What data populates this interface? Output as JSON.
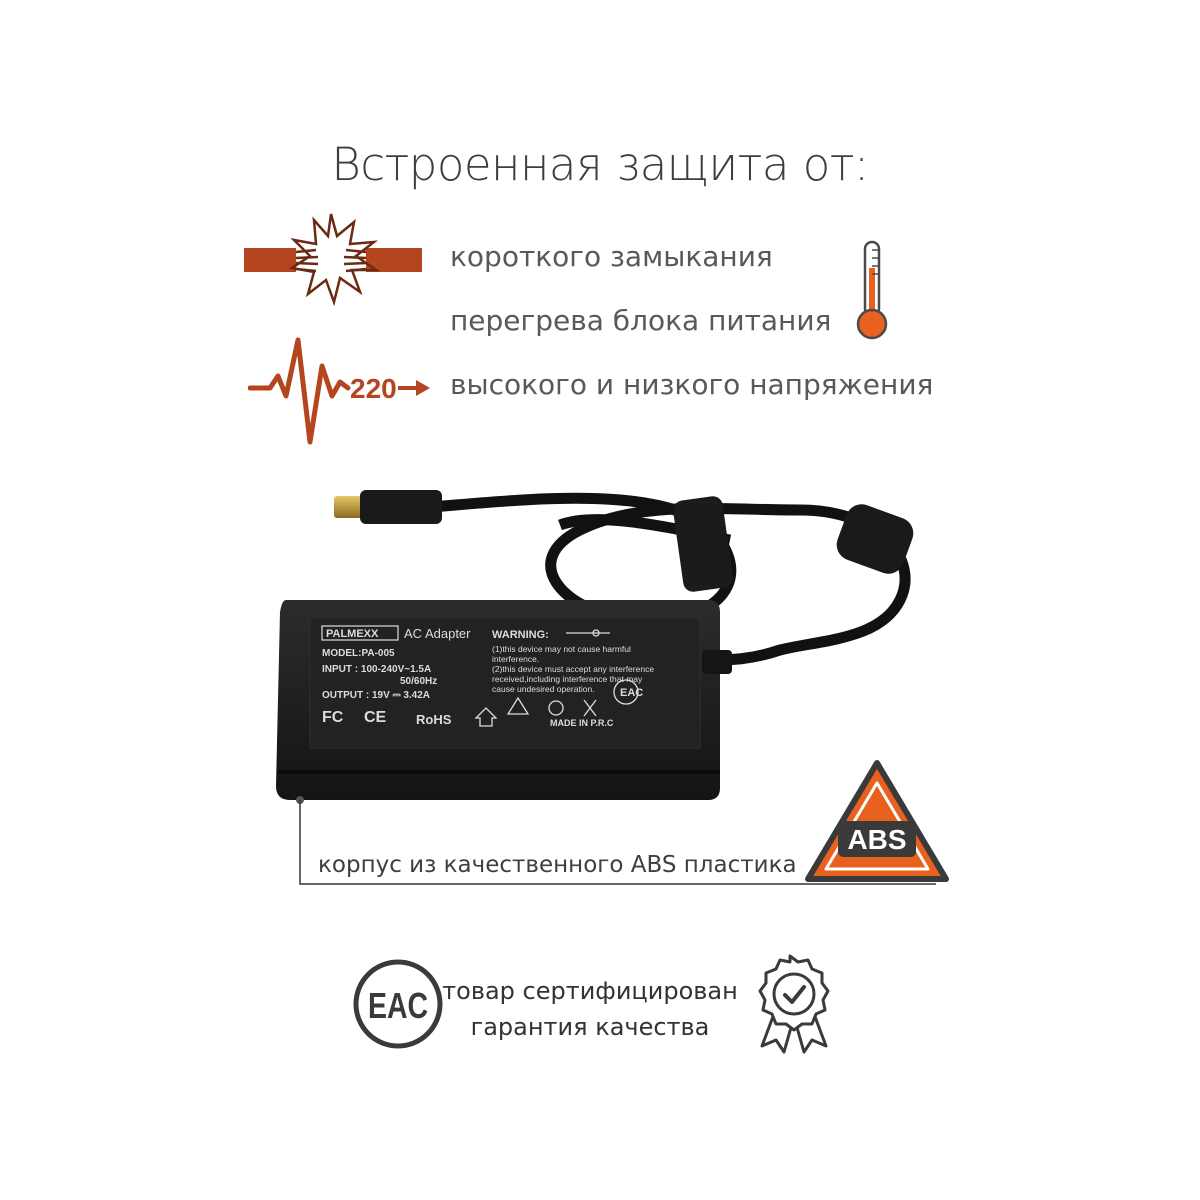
{
  "title": "Встроенная защита от:",
  "features": {
    "short_circuit": "короткого замыкания",
    "overheat": "перегрева блока питания",
    "voltage": "высокого и низкого напряжения"
  },
  "voltage_icon_label": "220",
  "adapter_label": {
    "brand": "PALMEXX",
    "type": "AC Adapter",
    "model": "MODEL:PA-005",
    "input": "INPUT : 100-240V~1.5A",
    "input_freq": "50/60Hz",
    "output": "OUTPUT : 19V ⎓ 3.42A",
    "warning_title": "WARNING:",
    "warning_1a": "(1)this device may not cause harmful",
    "warning_1b": "interference.",
    "warning_2a": "(2)this device must accept any interference",
    "warning_2b": "received,including interference that may",
    "warning_2c": "cause undesired operation.",
    "made_in": "MADE IN P.R.C",
    "marks": {
      "fc": "FC",
      "ce": "CE",
      "rohs": "RoHS",
      "eac": "EAC"
    }
  },
  "abs_badge": "ABS",
  "body_callout": "корпус из качественного ABS пластика",
  "eac_logo": "EAC",
  "certification": {
    "line1": "товар сертифицирован",
    "line2": "гарантия качества"
  },
  "colors": {
    "accent": "#b5451e",
    "orange": "#e8611f",
    "text": "#595959"
  }
}
